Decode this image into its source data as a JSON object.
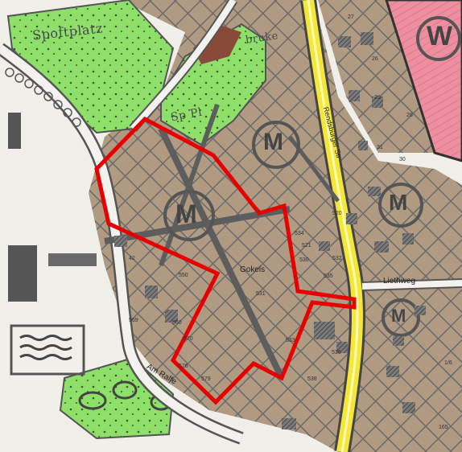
{
  "map": {
    "zone_letters": {
      "w": "W",
      "m_east": "M",
      "m_center": "M",
      "m_southeast": "M",
      "m_southeast_small": "M"
    },
    "labels": {
      "sportplatz": "Spoftplatz",
      "sportplatz_east": "Sp Pl",
      "bruke": "bruke",
      "gokels": "Gokels",
      "liethweg": "Liethweg",
      "am_ralfe": "Am Ralfe",
      "rendsburger_strasse": "Rendsburger Str"
    },
    "parcel_numbers": [
      "27",
      "26",
      "29",
      "28",
      "31",
      "30",
      "42",
      "520",
      "521",
      "530",
      "531",
      "532",
      "533",
      "534",
      "535",
      "536",
      "538",
      "550",
      "560",
      "569",
      "570",
      "576",
      "579",
      "1/6",
      "165"
    ],
    "colors": {
      "background": "#f1efe9",
      "mixed_area": "#b09a82",
      "grid_hatch": "#6b6b6b",
      "green_area": "#8ee06a",
      "residential": "#ee8f9f",
      "federal_road": "#f5e63a",
      "boundary": "#e60000",
      "building": "#555555",
      "brick": "#8a4a3a",
      "water": "#555555"
    }
  }
}
